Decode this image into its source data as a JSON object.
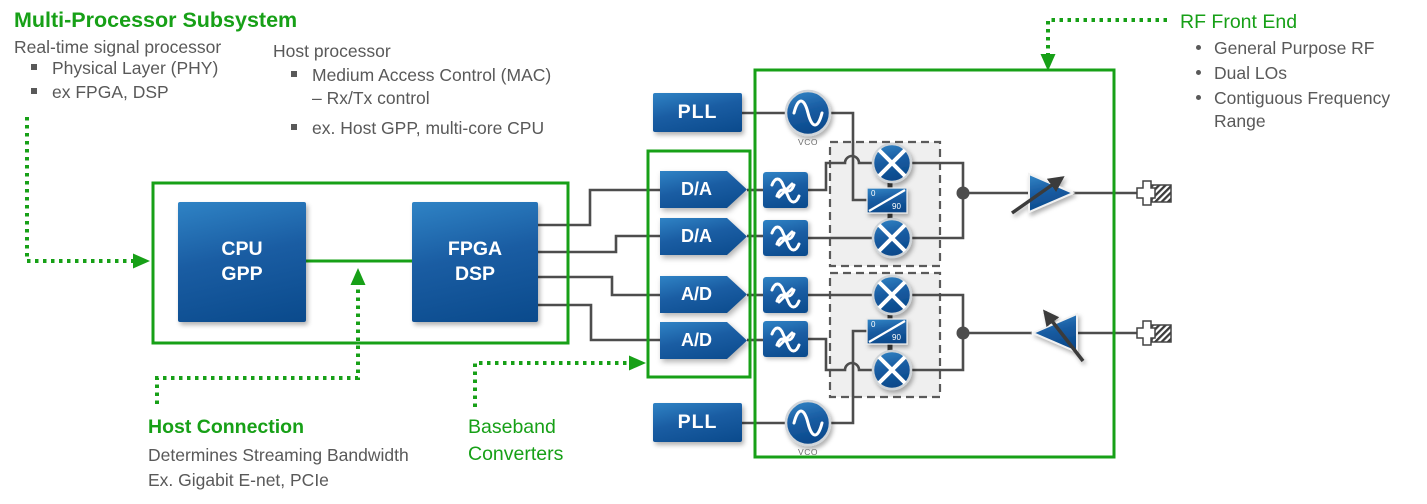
{
  "colors": {
    "green": "#17a017",
    "blue_gradient_top": "#2f83c5",
    "blue_gradient_bottom": "#0a4a8c",
    "wire_gray": "#4d4d4d",
    "text_gray": "#595959",
    "dashed_region_fill": "#efefef"
  },
  "multiprocessor": {
    "title": "Multi-Processor Subsystem",
    "realtime_heading": "Real-time signal processor",
    "realtime_bullet1": "Physical Layer (PHY)",
    "realtime_bullet2": "ex FPGA, DSP",
    "host_heading": "Host processor",
    "host_bullet1": "Medium Access Control (MAC)",
    "host_bullet1_sub": "– Rx/Tx control",
    "host_bullet2": "ex. Host GPP, multi-core CPU"
  },
  "host_connection": {
    "title": "Host Connection",
    "line1": "Determines Streaming Bandwidth",
    "line2": "Ex. Gigabit E-net, PCIe"
  },
  "baseband": {
    "title": "Baseband\nConverters"
  },
  "rf_front_end": {
    "title": "RF Front End",
    "bullet1": "General Purpose RF",
    "bullet2": "Dual LOs",
    "bullet3": "Contiguous Frequency Range"
  },
  "blocks": {
    "cpu": "CPU\nGPP",
    "fpga": "FPGA\nDSP",
    "pll_top": "PLL",
    "pll_bottom": "PLL",
    "dac1": "D/A",
    "dac2": "D/A",
    "adc1": "A/D",
    "adc2": "A/D",
    "vco_top": "VCO",
    "vco_bottom": "VCO",
    "phase0": "0",
    "phase90": "90"
  }
}
